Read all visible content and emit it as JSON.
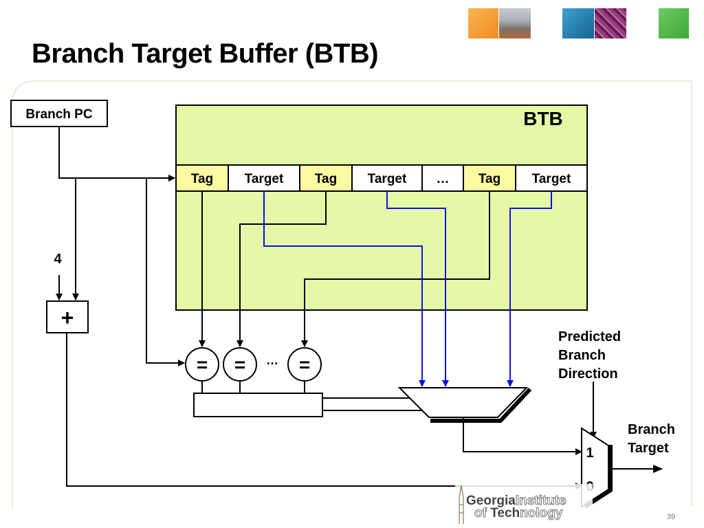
{
  "slide": {
    "title": "Branch Target Buffer (BTB)",
    "page_number": "39"
  },
  "diagram": {
    "branch_pc_label": "Branch PC",
    "btb_label": "BTB",
    "entry_fields": [
      "Tag",
      "Target",
      "Tag",
      "Target",
      "…",
      "Tag",
      "Target"
    ],
    "increment_value": "4",
    "adder_symbol": "+",
    "comparator_symbol": "=",
    "comparator_ellipsis": "…",
    "direction_label_lines": [
      "Predicted",
      "Branch",
      "Direction"
    ],
    "output_label_lines": [
      "Branch",
      "Target"
    ],
    "mux_input_1": "1",
    "mux_input_0": "0"
  },
  "logo": {
    "line1_a": "Georgia",
    "line1_b": "Institute",
    "line2_a": "of ",
    "line2_b": "Tech",
    "line2_c": "nology"
  },
  "colors": {
    "btb_fill": "#e4f8a8",
    "tag_fill": "#fbf9a2",
    "target_fill": "#ffffff",
    "blue_wire": "#1010e0",
    "thumb_orange": "#f29b2c",
    "thumb_blue": "#1d7fb5",
    "thumb_purple": "#8a2a6b",
    "thumb_green": "#4cb848"
  }
}
